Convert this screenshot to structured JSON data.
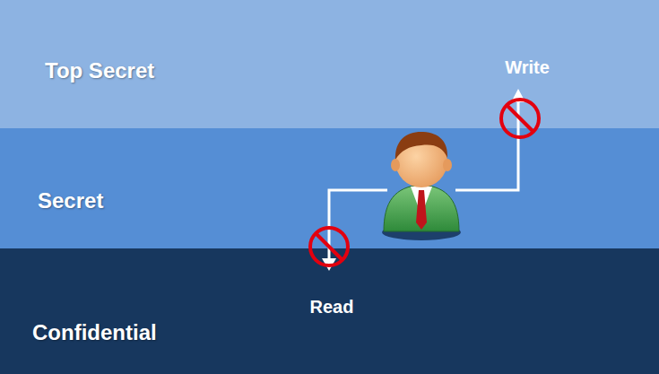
{
  "diagram": {
    "nodes": [
      {
        "text": [
          "Top Secret"
        ]
      },
      {
        "text": [
          "Secret"
        ]
      },
      {
        "text": [
          "Confidential"
        ]
      }
    ],
    "labels": [
      "Write",
      "Read"
    ]
  }
}
